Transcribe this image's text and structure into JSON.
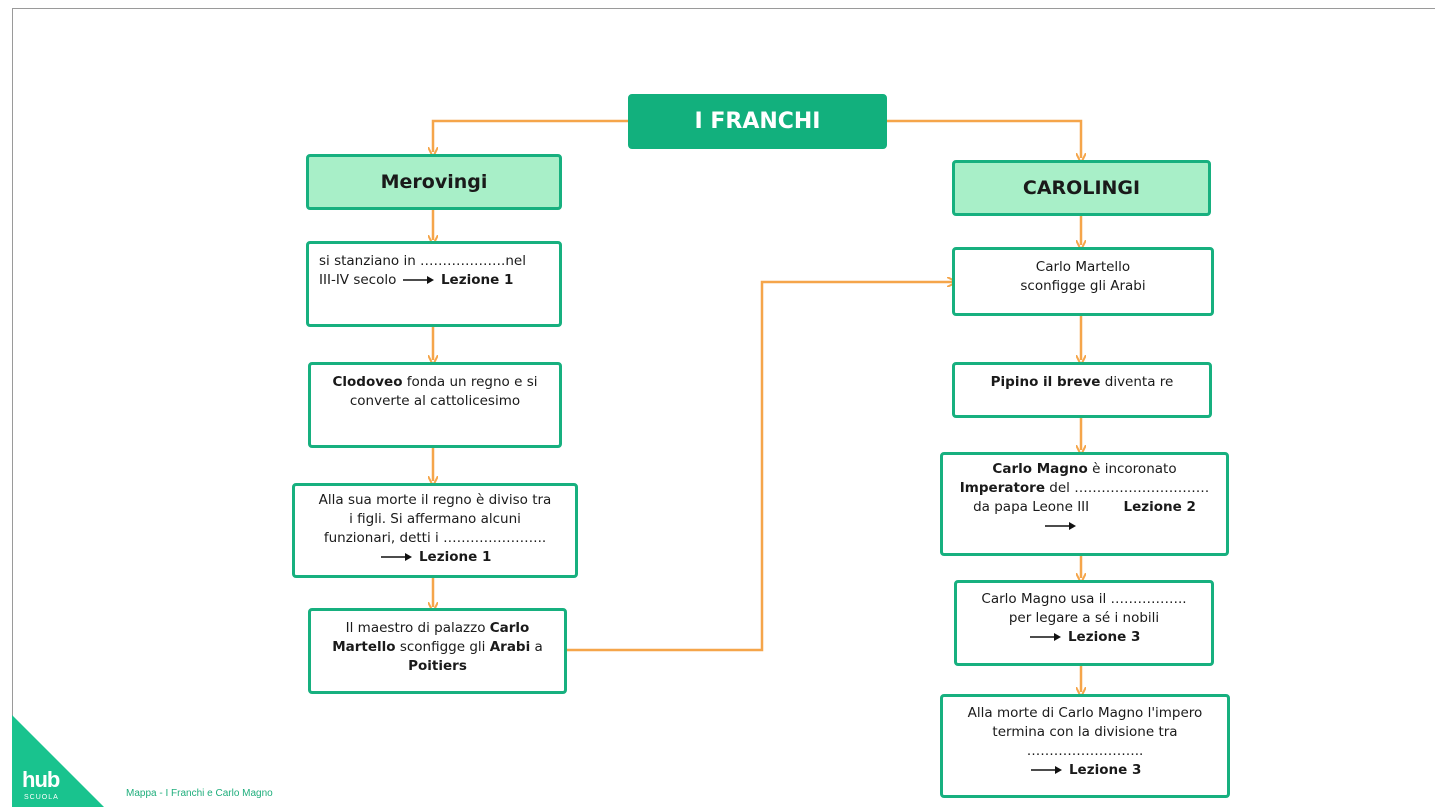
{
  "title": "I FRANCHI",
  "merovingi": {
    "header": "Merovingi",
    "box1": {
      "line1": "si stanziano in ……………….nel",
      "line2_pre": "III-IV secolo",
      "lesson": "Lezione 1"
    },
    "box2": {
      "bold": "Clodoveo",
      "rest1": "fonda un regno e si",
      "line2": "converte al cattolicesimo"
    },
    "box3": {
      "line1": "Alla sua morte il regno è diviso tra",
      "line2": "i figli. Si affermano alcuni",
      "line3": "funzionari, detti i …………………..",
      "lesson": "Lezione 1"
    },
    "box4": {
      "pre": "Il maestro di palazzo",
      "b1": "Carlo",
      "b2": "Martello",
      "mid": "sconfigge gli",
      "b3": "Arabi",
      "post": "a",
      "b4": "Poitiers"
    }
  },
  "carolingi": {
    "header": "CAROLINGI",
    "box1": {
      "line1": "Carlo Martello",
      "line2": "sconfigge gli Arabi"
    },
    "box2": {
      "bold": "Pipino il breve",
      "rest": "diventa re"
    },
    "box3": {
      "b1": "Carlo Magno",
      "r1": "è incoronato",
      "b2": "Imperatore",
      "r2": "del …………………………",
      "line3": "da papa Leone III",
      "lesson": "Lezione 2"
    },
    "box4": {
      "line1": "Carlo Magno usa il ……………..",
      "line2": "per legare a sé i nobili",
      "lesson": "Lezione 3"
    },
    "box5": {
      "line1": "Alla morte di Carlo Magno l'impero",
      "line2": "termina con la divisione tra",
      "line3": "……………………..",
      "lesson": "Lezione 3"
    }
  },
  "logo": {
    "text": "hub",
    "sub": "SCUOLA"
  },
  "footer": "Mappa - I Franchi e Carlo Magno",
  "colors": {
    "accent": "#12b07d",
    "header_fill": "#a8efc8",
    "connector": "#f5a54a"
  }
}
